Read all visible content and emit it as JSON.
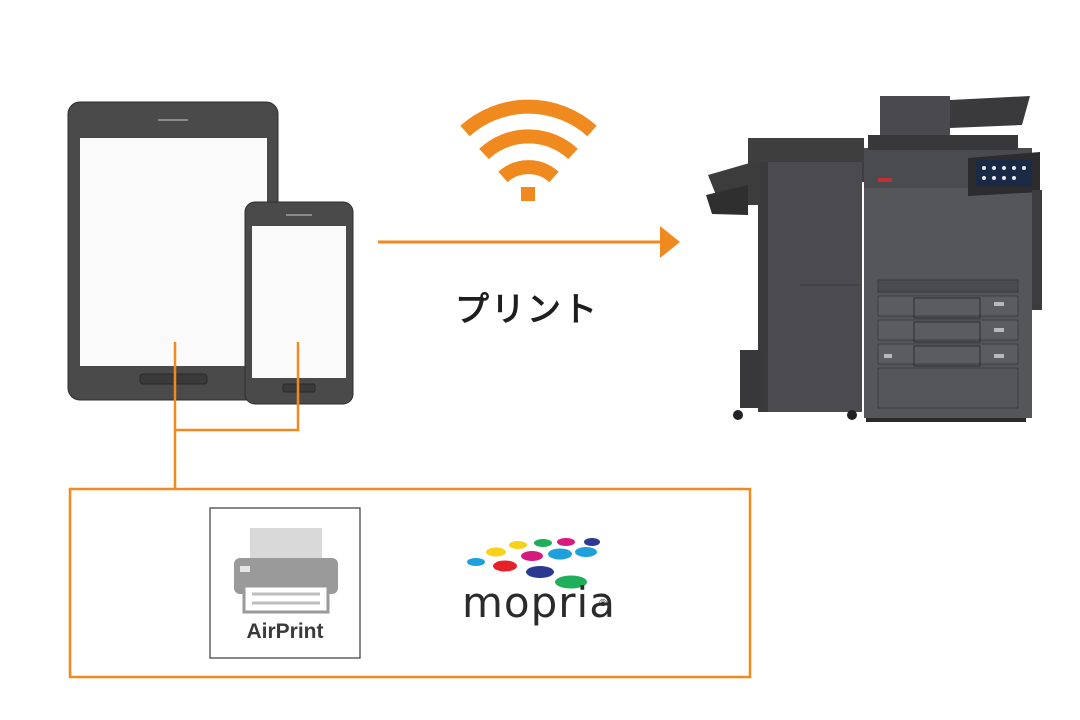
{
  "labels": {
    "print": "プリント",
    "airprint": "AirPrint",
    "mopria": "mopria",
    "mopria_reg": "®"
  },
  "icons": {
    "tablet": "tablet-icon",
    "smartphone": "smartphone-icon",
    "wifi": "wifi-icon",
    "printer": "multifunction-printer-icon",
    "airprint_logo": "airprint-printer-icon",
    "mopria_logo": "mopria-dots-logo"
  },
  "colors": {
    "accent": "#f0891e",
    "device_body": "#4a4a4a",
    "text": "#1e1e1e"
  }
}
